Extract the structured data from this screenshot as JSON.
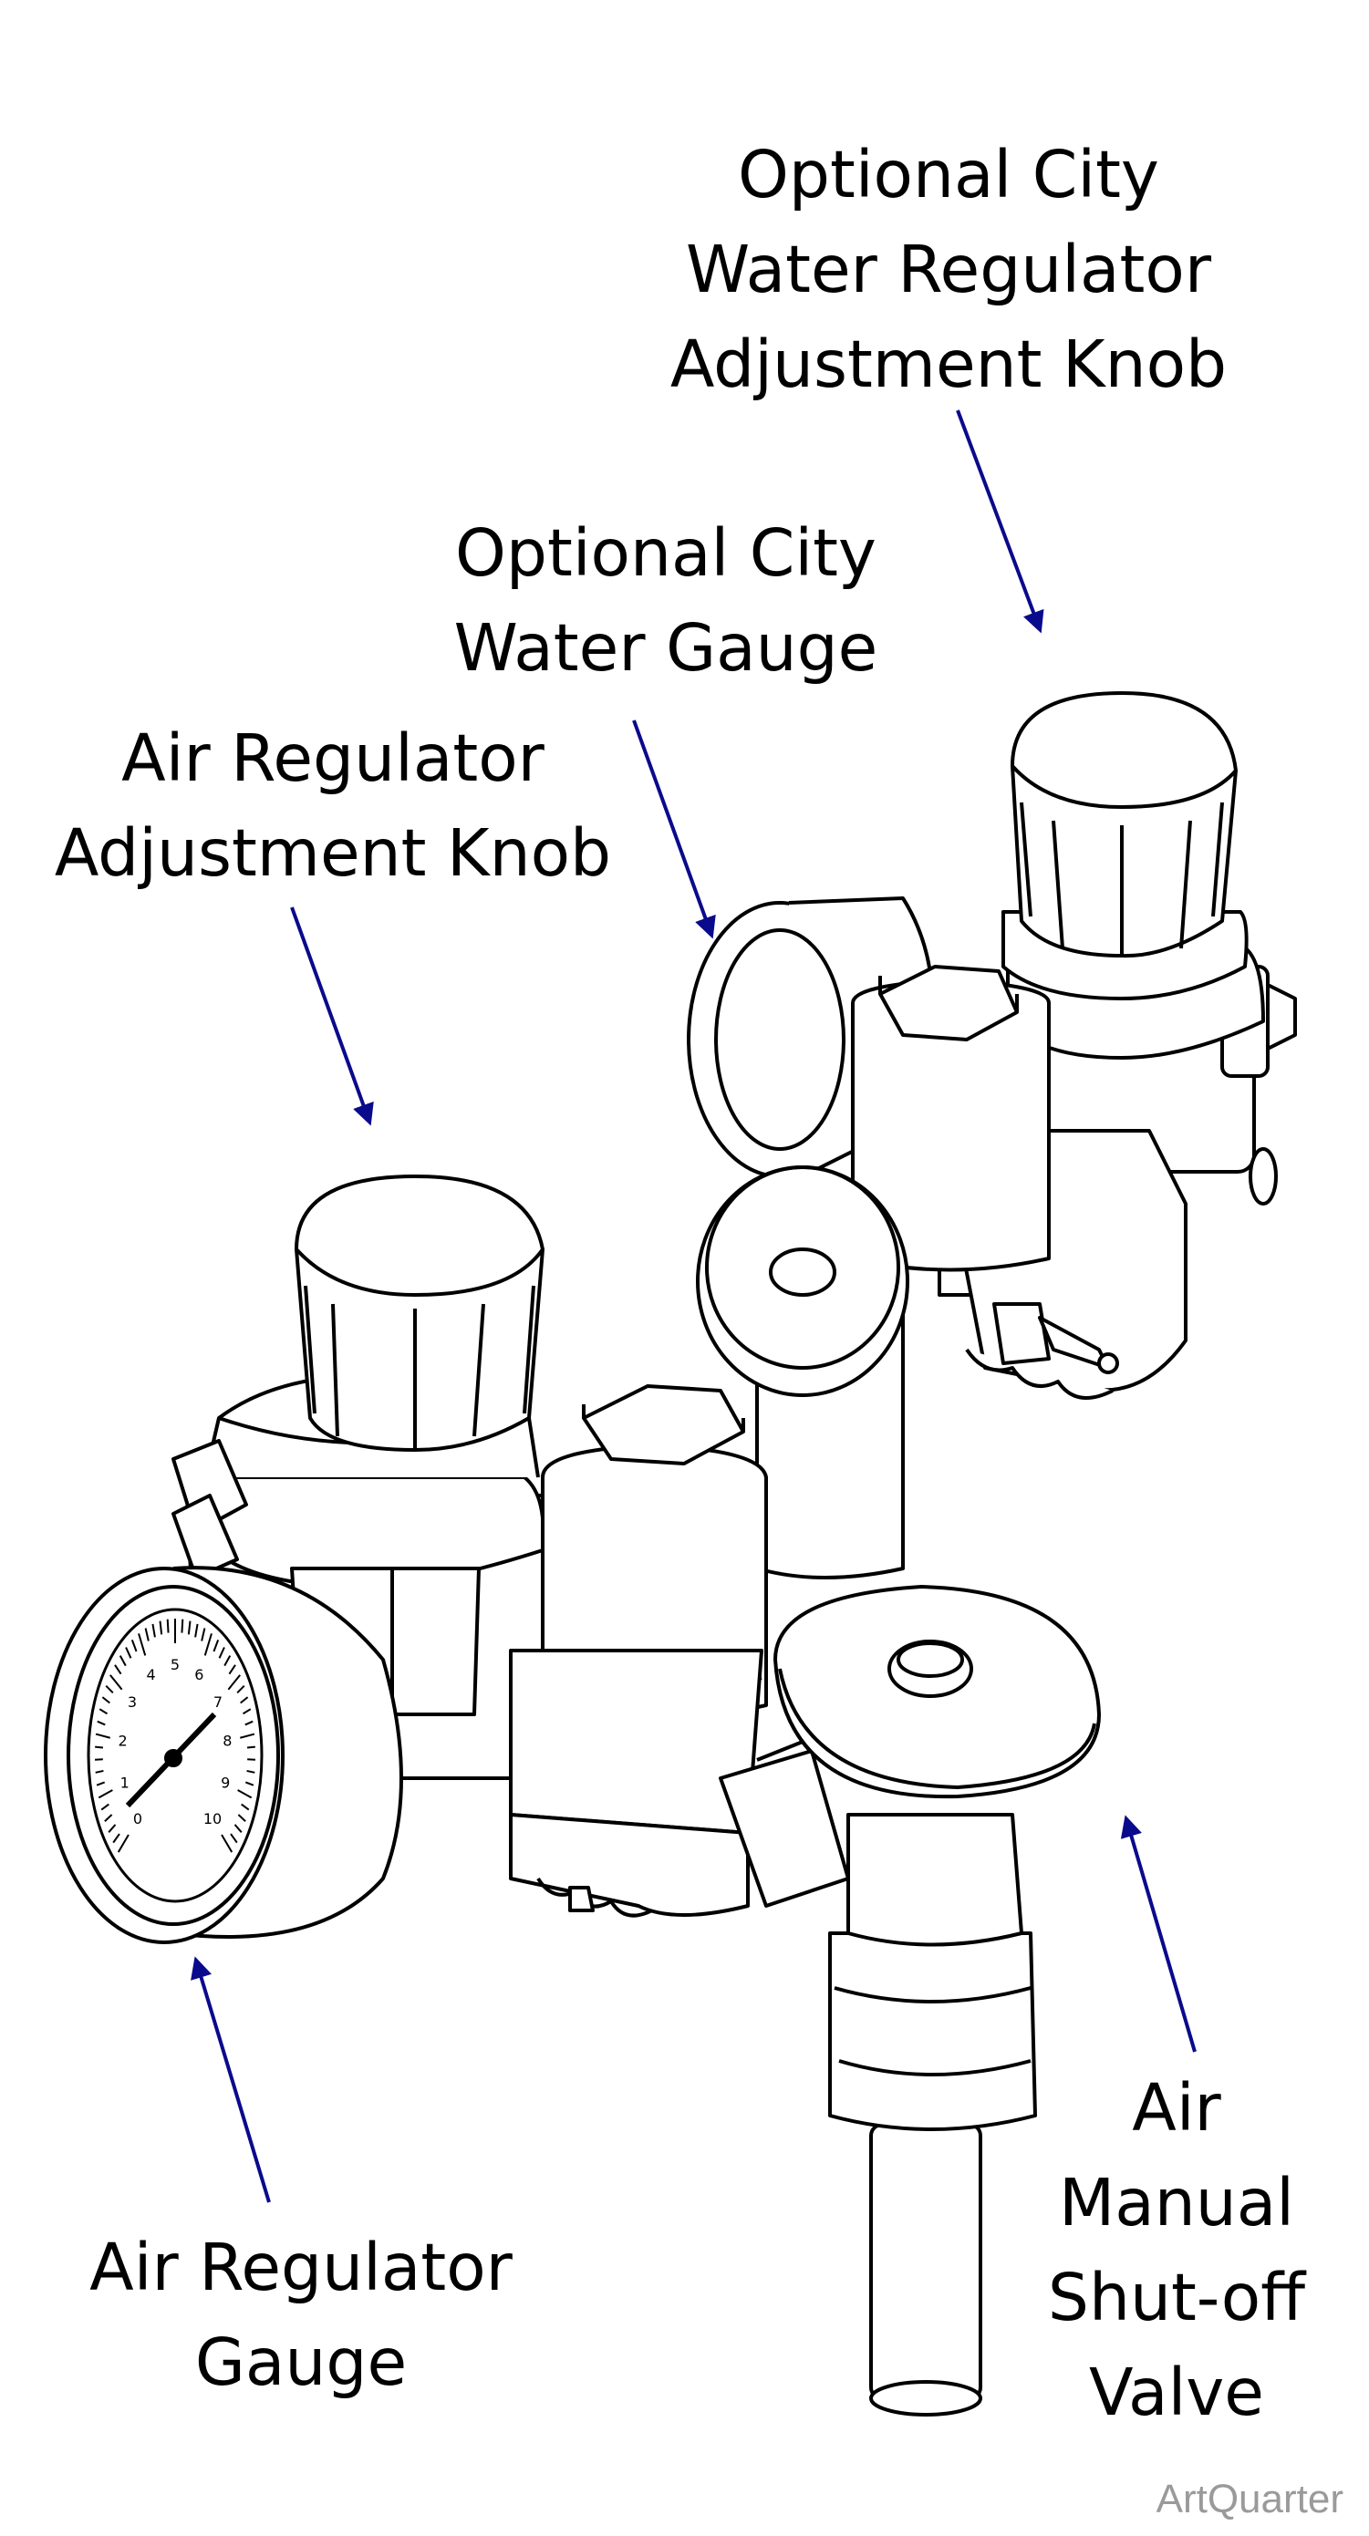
{
  "labels": {
    "city_water_knob": [
      "Optional City",
      "Water Regulator",
      "Adjustment Knob"
    ],
    "city_water_gauge": [
      "Optional City",
      "Water Gauge"
    ],
    "air_regulator_knob": [
      "Air Regulator",
      "Adjustment Knob"
    ],
    "air_regulator_gauge": [
      "Air Regulator",
      "Gauge"
    ],
    "air_shutoff_valve": [
      "Air",
      "Manual",
      "Shut-off",
      "Valve"
    ]
  },
  "gauge_ticks": [
    "0",
    "1",
    "2",
    "3",
    "4",
    "5",
    "6",
    "7",
    "8",
    "9",
    "10"
  ],
  "watermark": "ArtQuarter",
  "colors": {
    "arrow": "#0a0a8c",
    "line": "#000000",
    "watermark": "#9a9a9a"
  }
}
